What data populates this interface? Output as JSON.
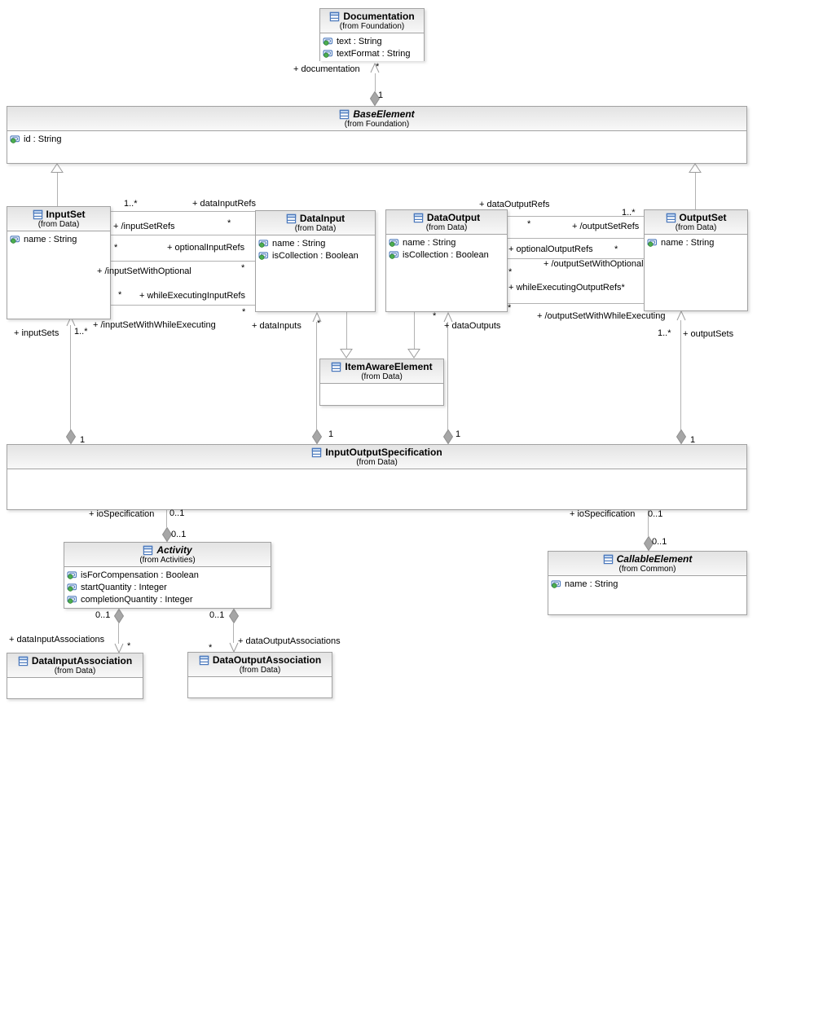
{
  "diagram": {
    "title": "BPMN InputOutputSpecification class diagram",
    "colors": {
      "line": "#b2b2b2",
      "box_border": "#a2a2a2",
      "title_fill_top": "#e3e3e3",
      "class_icon_blue": "#4a78bc",
      "class_icon_fill": "#bcd2ee",
      "attr_icon_green": "#4cae4f",
      "diamond_gray": "#a6a6a6"
    },
    "classes": {
      "documentation": {
        "name": "Documentation",
        "from": "(from Foundation)",
        "attributes": [
          "text : String",
          "textFormat : String"
        ]
      },
      "base_element": {
        "name": "BaseElement",
        "from": "(from Foundation)",
        "attributes": [
          "id : String"
        ]
      },
      "input_set": {
        "name": "InputSet",
        "from": "(from Data)",
        "attributes": [
          "name : String"
        ]
      },
      "data_input": {
        "name": "DataInput",
        "from": "(from Data)",
        "attributes": [
          "name : String",
          "isCollection : Boolean"
        ]
      },
      "data_output": {
        "name": "DataOutput",
        "from": "(from Data)",
        "attributes": [
          "name : String",
          "isCollection : Boolean"
        ]
      },
      "output_set": {
        "name": "OutputSet",
        "from": "(from Data)",
        "attributes": [
          "name : String"
        ]
      },
      "item_aware_element": {
        "name": "ItemAwareElement",
        "from": "(from Data)",
        "attributes": []
      },
      "input_output_specification": {
        "name": "InputOutputSpecification",
        "from": "(from Data)",
        "attributes": []
      },
      "activity": {
        "name": "Activity",
        "from": "(from Activities)",
        "attributes": [
          "isForCompensation : Boolean",
          "startQuantity : Integer",
          "completionQuantity : Integer"
        ]
      },
      "callable_element": {
        "name": "CallableElement",
        "from": "(from Common)",
        "attributes": [
          "name : String"
        ]
      },
      "data_input_association": {
        "name": "DataInputAssociation",
        "from": "(from Data)",
        "attributes": []
      },
      "data_output_association": {
        "name": "DataOutputAssociation",
        "from": "(from Data)",
        "attributes": []
      }
    },
    "labels": {
      "documentation_role": "+ documentation",
      "documentation_mult": "*",
      "documentation_owner_mult": "1",
      "data_input_refs_src_mult": "1..*",
      "data_input_refs_role": "+ dataInputRefs",
      "input_set_refs_role": "+ /inputSetRefs",
      "input_set_refs_mult": "*",
      "optional_input_refs_mult": "*",
      "optional_input_refs_role": "+ optionalInputRefs",
      "input_set_with_optional_role": "+ /inputSetWithOptional",
      "input_set_with_optional_mult": "*",
      "while_executing_input_refs_mult": "*",
      "while_executing_input_refs_role": "+ whileExecutingInputRefs",
      "input_set_with_while_executing_mult": "*",
      "input_set_with_while_executing_role": "+ /inputSetWithWhileExecuting",
      "input_sets_role": "+ inputSets",
      "input_sets_mult": "1..*",
      "input_sets_owner_mult": "1",
      "data_inputs_role": "+ dataInputs",
      "data_inputs_mult": "*",
      "data_inputs_owner_mult": "1",
      "data_output_refs_role": "+ dataOutputRefs",
      "data_output_refs_src_mult": "1..*",
      "output_set_refs_mult": "*",
      "output_set_refs_role": "+ /outputSetRefs",
      "optional_output_refs_role": "+ optionalOutputRefs",
      "optional_output_refs_mult": "*",
      "output_set_with_optional_role": "+ /outputSetWithOptional",
      "output_set_with_optional_mult": "*",
      "while_executing_output_refs_role": "+ whileExecutingOutputRefs*",
      "output_set_with_while_executing_mult": "*",
      "output_set_with_while_executing_role": "+ /outputSetWithWhileExecuting",
      "output_sets_mult": "1..*",
      "output_sets_role": "+ outputSets",
      "output_sets_owner_mult": "1",
      "data_outputs_mult": "*",
      "data_outputs_role": "+ dataOutputs",
      "data_outputs_owner_mult": "1",
      "io_specification_left_role": "+ ioSpecification",
      "io_specification_left_mult": "0..1",
      "activity_owner_mult": "0..1",
      "io_specification_right_role": "+ ioSpecification",
      "io_specification_right_mult": "0..1",
      "callable_owner_mult": "0..1",
      "dia_owner_mult": "0..1",
      "doa_owner_mult": "0..1",
      "data_input_associations_role": "+ dataInputAssociations",
      "data_input_associations_mult": "*",
      "data_output_associations_mult": "*",
      "data_output_associations_role": "+ dataOutputAssociations"
    }
  }
}
